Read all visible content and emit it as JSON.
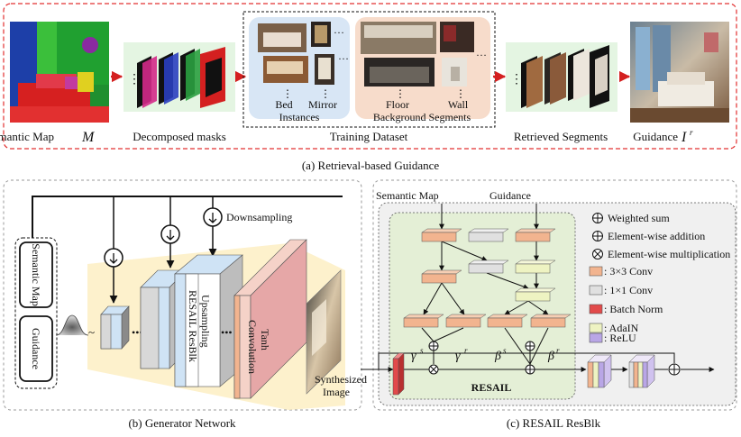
{
  "panel_a": {
    "caption": "(a) Retrieval-based Guidance",
    "semantic_map_label": "Semantic Map",
    "semantic_map_symbol": "M",
    "decomposed_label": "Decomposed masks",
    "training_dataset_label": "Training Dataset",
    "instances_label": "Instances",
    "background_label": "Background Segments",
    "bed_label": "Bed",
    "mirror_label": "Mirror",
    "floor_label": "Floor",
    "wall_label": "Wall",
    "retrieved_label": "Retrieved Segments",
    "guidance_label": "Guidance",
    "guidance_symbol": "I",
    "guidance_sup": "r",
    "ellipsis": "…",
    "vdots": "⋮"
  },
  "panel_b": {
    "caption": "(b) Generator Network",
    "downsampling_label": "Downsampling",
    "input_semantic": "Semantic Map",
    "input_guidance": "Guidance",
    "resail_label": "RESAIL ResBlk",
    "upsampling_label": "Upsampling",
    "tanh_label": "Tanh",
    "conv_label": "Convolution",
    "synth_line1": "Synthesized",
    "synth_line2": "Image",
    "ellipsis": "•••",
    "tilde": "~"
  },
  "panel_c": {
    "caption": "(c) RESAIL ResBlk",
    "semantic_map_label": "Semantic Map",
    "guidance_label": "Guidance",
    "resail_label": "RESAIL",
    "gamma": "γ",
    "beta": "β",
    "sup_s": "s",
    "sup_r": "r",
    "legend": {
      "weighted_sum": "Weighted sum",
      "element_add": "Element-wise addition",
      "element_mul": "Element-wise multiplication",
      "conv3": ": 3×3 Conv",
      "conv1": ": 1×1 Conv",
      "batch_norm": ": Batch Norm",
      "adain": ": AdaIN",
      "relu": ": ReLU"
    }
  },
  "colors": {
    "dashed_red": "#e23030",
    "arrow_red": "#d42020",
    "instances_bg": "#d8e6f5",
    "background_bg": "#f7dccb",
    "resail_bg": "#e4efd6",
    "panel_c_bg": "#f0f0f0",
    "conv3": "#f2b48f",
    "conv1": "#e0e0e0",
    "batch_norm": "#e24a4a",
    "adain": "#eef3c2",
    "relu": "#b9a6e6",
    "gen_band": "#fdf1cc",
    "resail_block": "#cfe3f5",
    "tanh_block": "#f5d2c8",
    "final_block": "#e6a7a7"
  }
}
